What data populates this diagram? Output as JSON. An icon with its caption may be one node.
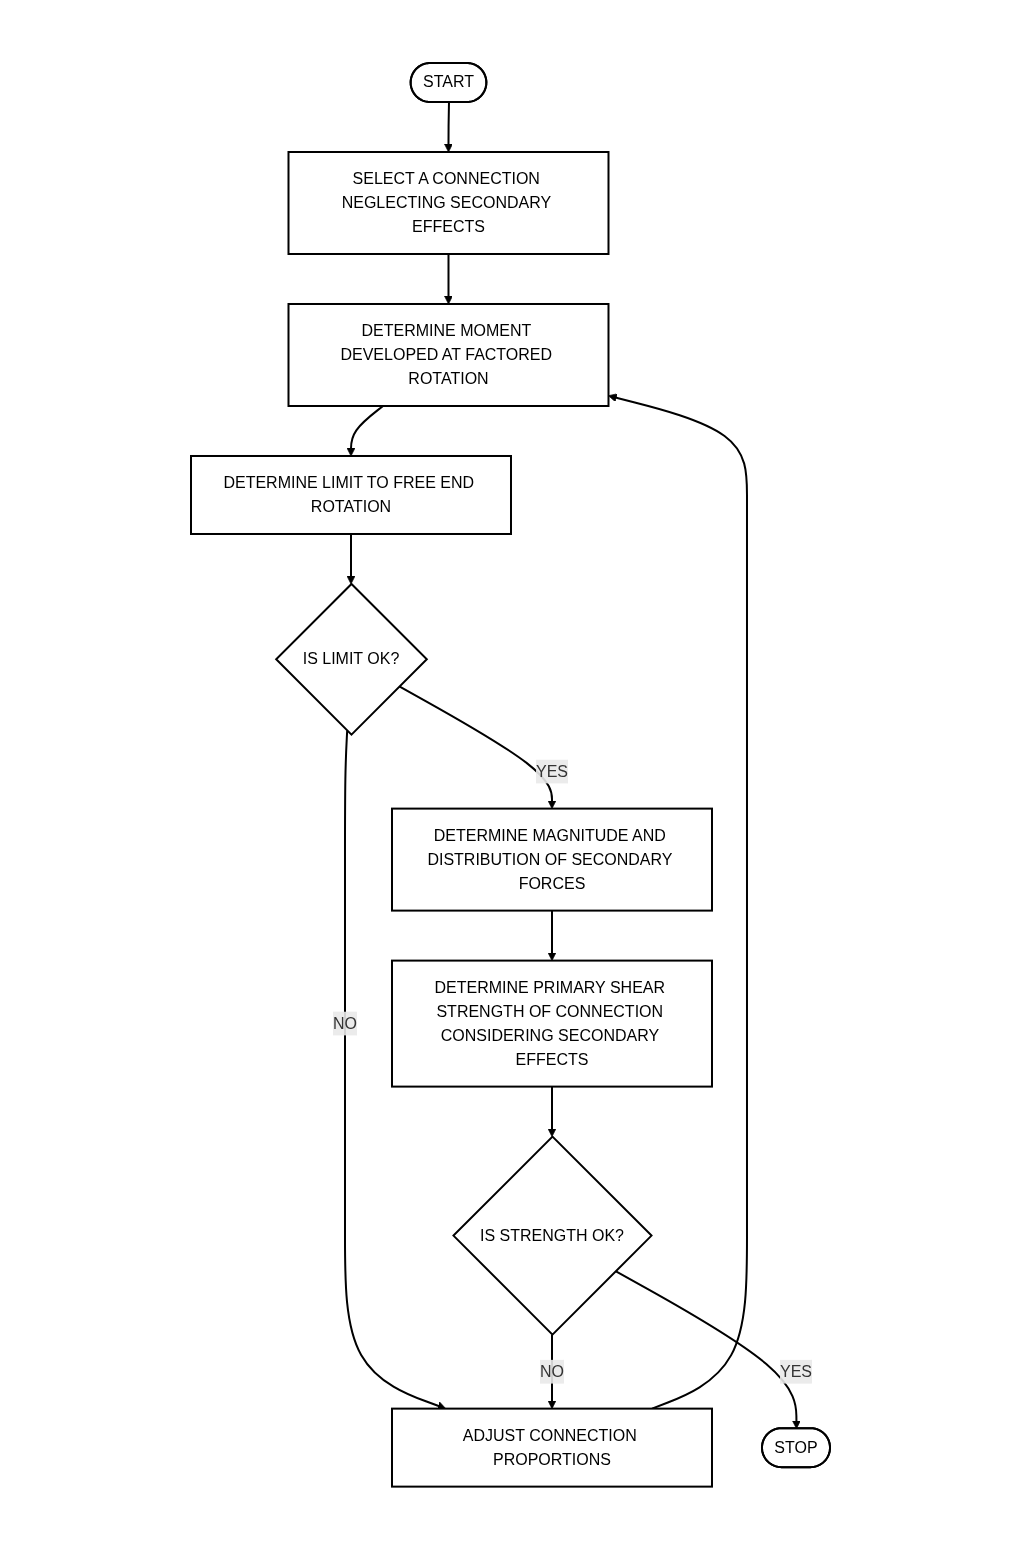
{
  "diagram": {
    "nodes": [
      {
        "text": [
          "START"
        ]
      },
      {
        "text": [
          "SELECT A CONNECTION NEGLECTING SECONDARY EFFECTS"
        ]
      },
      {
        "text": [
          "ADJUST CONNECTION PROPORTIONS"
        ]
      },
      {
        "text": [
          "DETERMINE MOMENT DEVELOPED AT FACTORED ROTATION"
        ]
      },
      {
        "text": [
          "DETERMINE LIMIT TO FREE END ROTATION"
        ]
      },
      {
        "text": [
          "IS LIMIT OK?"
        ]
      },
      {
        "text": [
          "DETERMINE MAGNITUDE AND DISTRIBUTION OF SECONDARY FORCES"
        ]
      },
      {
        "text": [
          "DETERMINE PRIMARY SHEAR STRENGTH OF CONNECTION CONSIDERING SECONDARY EFFECTS"
        ]
      },
      {
        "text": [
          "IS STRENGTH OK?"
        ]
      },
      {
        "text": [
          "STOP"
        ]
      }
    ],
    "edges": [
      {
        "from": 0,
        "to": 1,
        "arrow": "to"
      },
      {
        "from": 1,
        "to": 3,
        "arrow": "to"
      },
      {
        "from": 2,
        "to": 3,
        "arrow": "to"
      },
      {
        "from": 3,
        "to": 4,
        "arrow": "to"
      },
      {
        "from": 4,
        "to": 5,
        "arrow": "to"
      },
      {
        "from": 5,
        "to": 2,
        "label": "NO",
        "arrow": "to"
      },
      {
        "from": 5,
        "to": 6,
        "label": "YES",
        "arrow": "to"
      },
      {
        "from": 6,
        "to": 7,
        "arrow": "to"
      },
      {
        "from": 7,
        "to": 8,
        "arrow": "to"
      },
      {
        "from": 8,
        "to": 2,
        "label": "NO",
        "arrow": "to"
      },
      {
        "from": 8,
        "to": 9,
        "label": "YES",
        "arrow": "to"
      }
    ]
  }
}
